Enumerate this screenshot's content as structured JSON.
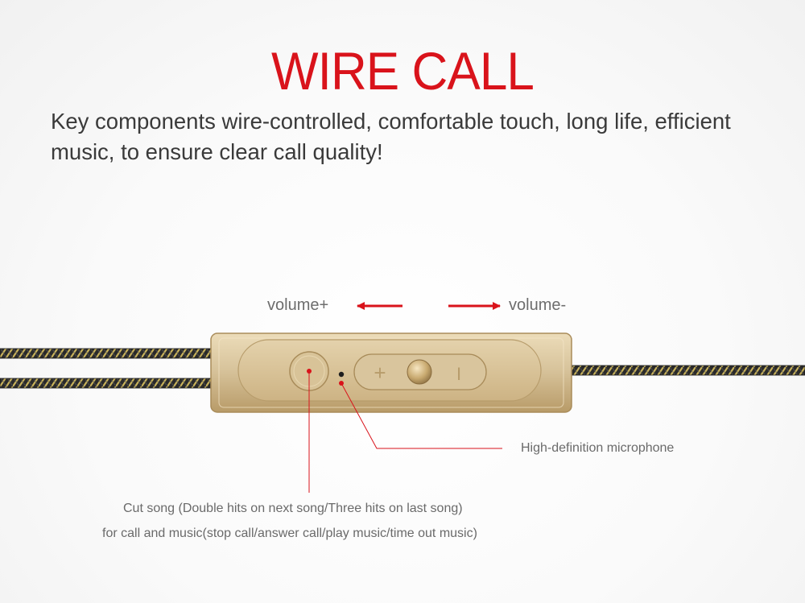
{
  "heading": {
    "title": "WIRE CALL",
    "subtitle": "Key components wire-controlled, comfortable touch, long life, efficient music, to ensure clear call quality!"
  },
  "controller": {
    "volume_up_label": "volume+",
    "volume_down_label": "volume-",
    "plus_mark": "+",
    "minus_mark": "I",
    "microphone_label": "High-definition microphone",
    "button_label_line1": "Cut song (Double hits on next song/Three hits on last song)",
    "button_label_line2": "for call and music(stop call/answer call/play music/time out  music)"
  },
  "colors": {
    "accent": "#d9131b",
    "housing": "#d6c29a",
    "cable": "#2a2a2a",
    "cable_stripe": "#c8b25a"
  }
}
